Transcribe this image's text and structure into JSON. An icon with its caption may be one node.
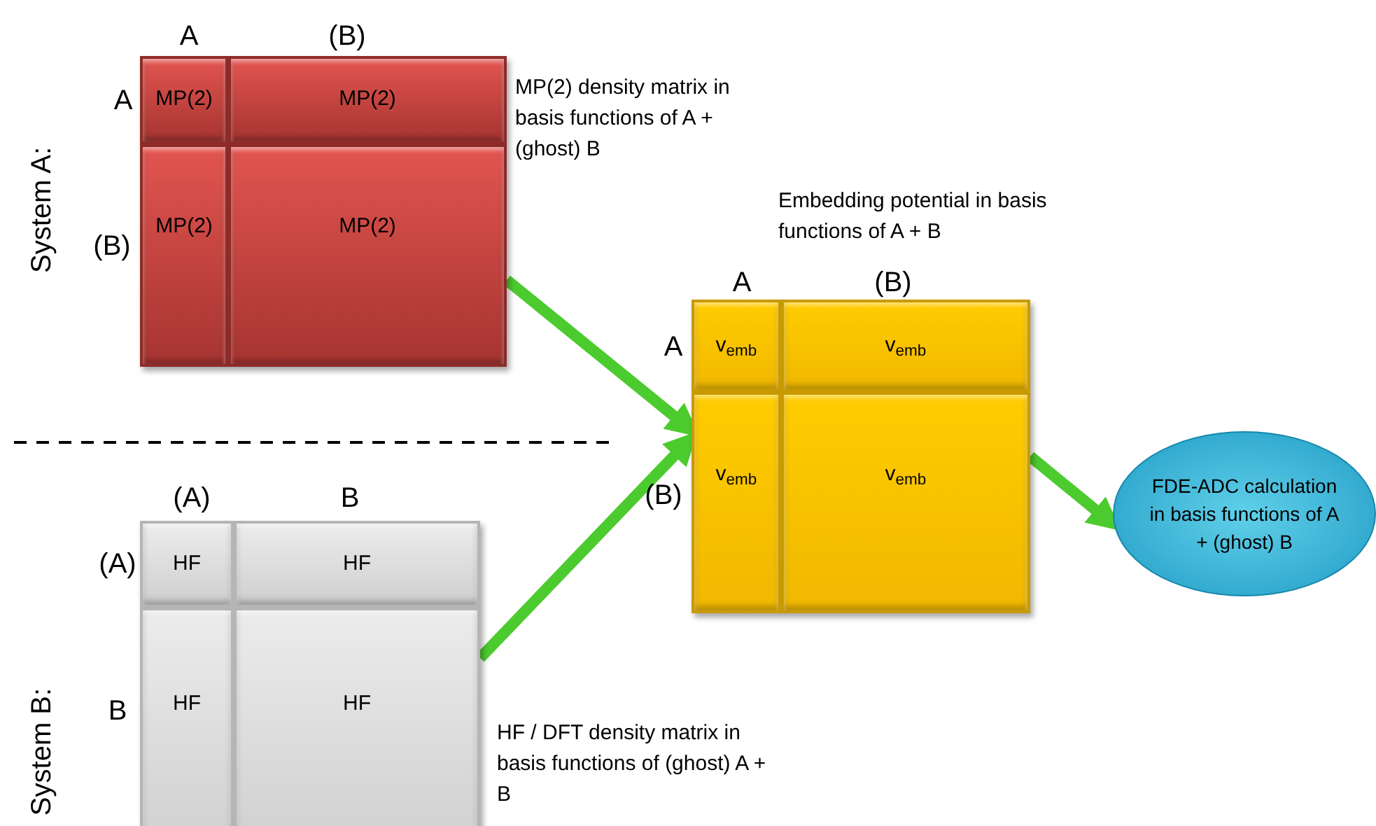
{
  "diagram": {
    "nodes": [
      {
        "text": [],
        "shape": "box",
        "beside": [
          "MP(2) density matrix in basis functions of A + (ghost) B"
        ]
      },
      {
        "text": [
          "MP(2)"
        ],
        "in": 0
      },
      {
        "text": [
          "MP(2)"
        ],
        "in": 0
      },
      {
        "text": [
          "MP(2)"
        ],
        "in": 0
      },
      {
        "text": [
          "MP(2)"
        ],
        "in": 0
      },
      {
        "text": [],
        "shape": "box",
        "beside": [
          "HF / DFT density matrix in basis functions of (ghost) A + B"
        ]
      },
      {
        "text": [
          "HF"
        ],
        "in": 5
      },
      {
        "text": [
          "HF"
        ],
        "in": 5
      },
      {
        "text": [
          "HF"
        ],
        "in": 5
      },
      {
        "text": [
          "HF"
        ],
        "in": 5
      },
      {
        "text": [],
        "shape": "box",
        "beside": [
          "Embedding potential in basis functions of A + B"
        ]
      },
      {
        "text": [
          "v$_{emb}$"
        ],
        "in": 10
      },
      {
        "text": [
          "v$_{emb}$"
        ],
        "in": 10
      },
      {
        "text": [
          "v$_{emb}$"
        ],
        "in": 10
      },
      {
        "text": [
          "v$_{emb}$"
        ],
        "in": 10
      },
      {
        "text": [
          "FDE-ADC calculation in basis functions of A + (ghost) B"
        ]
      }
    ],
    "edges": [
      {
        "from": 0,
        "to": 10,
        "arrow": "to"
      },
      {
        "from": 5,
        "to": 10,
        "arrow": "to"
      },
      {
        "from": 10,
        "to": 15,
        "arrow": "to"
      }
    ],
    "labels": [
      "System A:",
      "A",
      "(B)",
      "A",
      "(B)",
      "A",
      "(B)",
      "A",
      "(B)",
      "System B:",
      "(A)",
      "B",
      "(A)",
      "B"
    ]
  }
}
